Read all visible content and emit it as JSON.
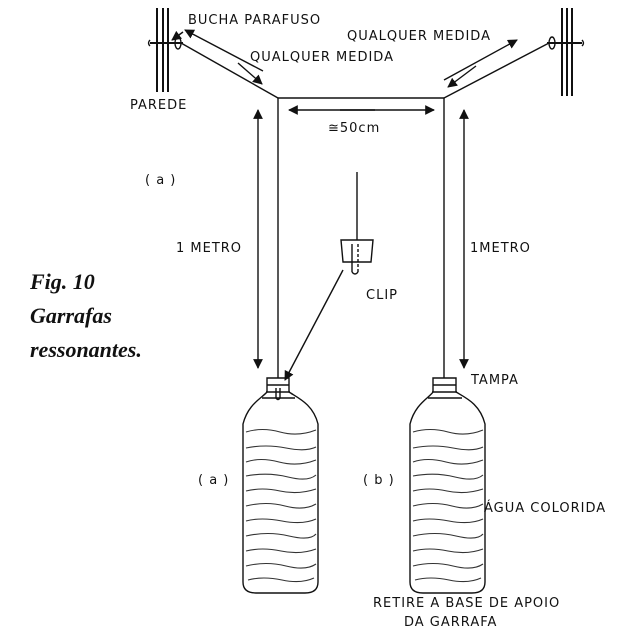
{
  "caption": {
    "line1": "Fig. 10",
    "line2": "Garrafas",
    "line3": "ressonantes."
  },
  "labels": {
    "bucha_parafuso": "BUCHA PARAFUSO",
    "qualquer_medida_left": "QUALQUER MEDIDA",
    "qualquer_medida_right": "QUALQUER MEDIDA",
    "parede": "PAREDE",
    "spacing": "≅50cm",
    "a_upper": "( a )",
    "metro_left": "1 METRO",
    "metro_right": "1METRO",
    "clip": "CLIP",
    "tampa": "TAMPA",
    "bottle_a": "( a )",
    "bottle_b": "( b )",
    "agua": "ÁGUA COLORIDA",
    "retire_line1": "RETIRE A BASE DE APOIO",
    "retire_line2": "DA GARRAFA"
  }
}
